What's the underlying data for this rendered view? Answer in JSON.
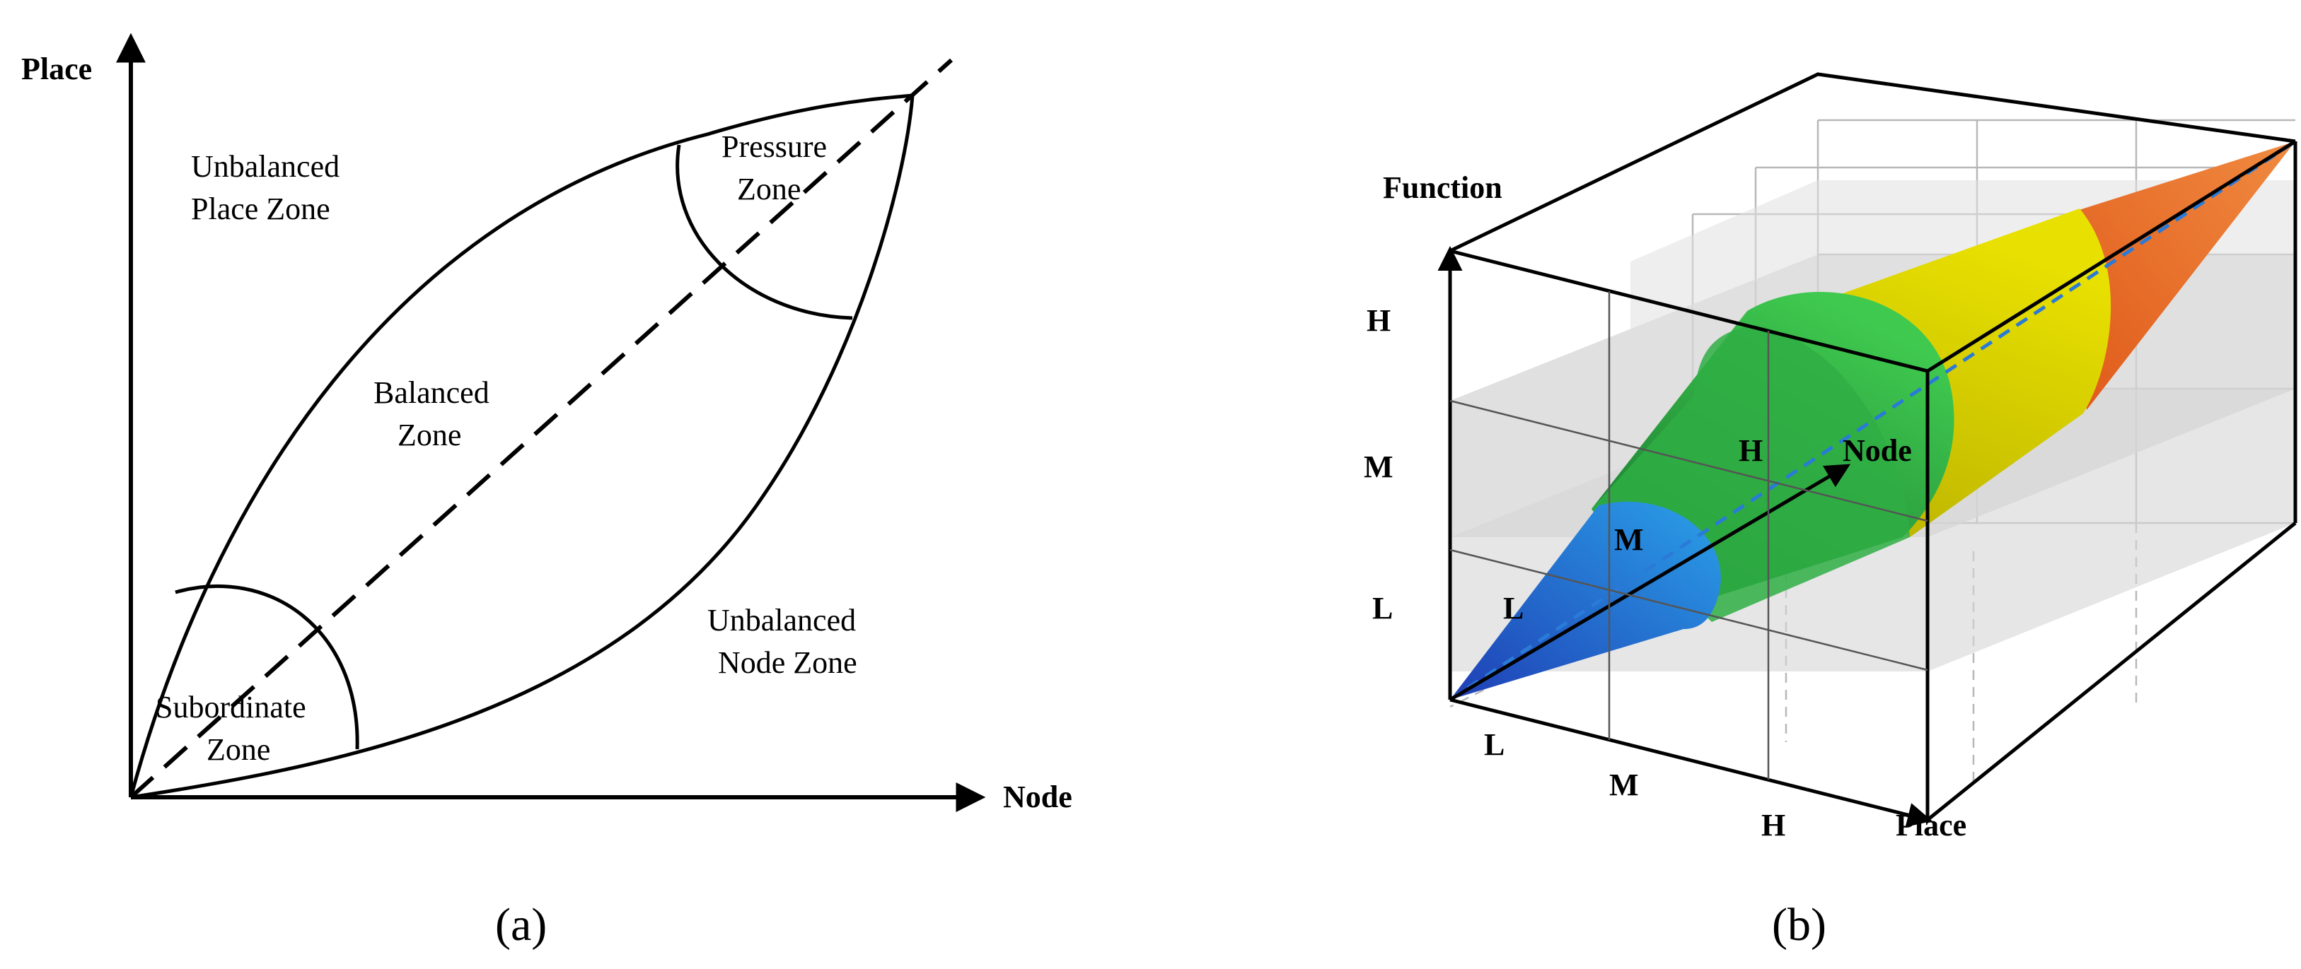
{
  "panel_a": {
    "axis_y_label": "Place",
    "axis_x_label": "Node",
    "zone_unbalanced_place": [
      "Unbalanced",
      "Place Zone"
    ],
    "zone_pressure": [
      "Pressure",
      "Zone"
    ],
    "zone_balanced": [
      "Balanced",
      "Zone"
    ],
    "zone_unbalanced_node": [
      "Unbalanced",
      "Node Zone"
    ],
    "zone_subordinate": [
      "Subordinate",
      "Zone"
    ],
    "caption": "(a)"
  },
  "panel_b": {
    "axis_function_label": "Function",
    "axis_node_label": "Node",
    "axis_place_label": "Place",
    "function_ticks": [
      "H",
      "M",
      "L"
    ],
    "place_ticks": [
      "L",
      "M",
      "H"
    ],
    "node_ticks": [
      "L",
      "M",
      "H"
    ],
    "caption": "(b)",
    "colors": {
      "low": "#1f3fb5",
      "low_light": "#2aa0e8",
      "mid": "#1e9e3e",
      "mid_light": "#3fc94f",
      "high": "#e8e000",
      "top": "#e05a1a",
      "diagonal": "#2a7ad8",
      "slab": "#d6d6d6"
    }
  }
}
